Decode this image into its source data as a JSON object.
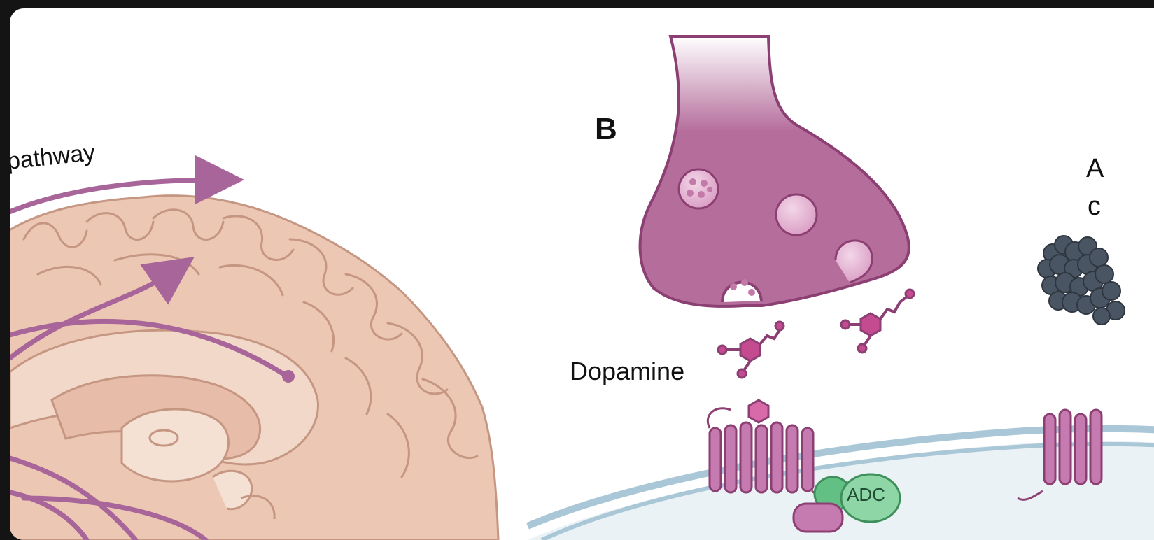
{
  "labels": {
    "pathway": "pathway",
    "panel_b": "B",
    "dopamine": "Dopamine",
    "cut_text_a": "A",
    "cut_text_c": "c",
    "adc": "ADC"
  },
  "colors": {
    "background": "#141414",
    "card": "#ffffff",
    "neuron": "#b56e9c",
    "neuron_outline": "#8c3f72",
    "brain": "#ecc7b3",
    "brain_outline": "#c59682",
    "pathway_arrow": "#a8659a",
    "dopamine_molecule": "#c44b90",
    "receptor": "#c67bb0",
    "membrane": "#a9c7d6",
    "adc_enzyme": "#63c084",
    "aggregate": "#4a5563"
  },
  "icons": [
    "brain-illustration",
    "presynaptic-terminal",
    "vesicle",
    "dopamine-molecule",
    "receptor-protein",
    "adc-enzyme",
    "protein-aggregate"
  ]
}
